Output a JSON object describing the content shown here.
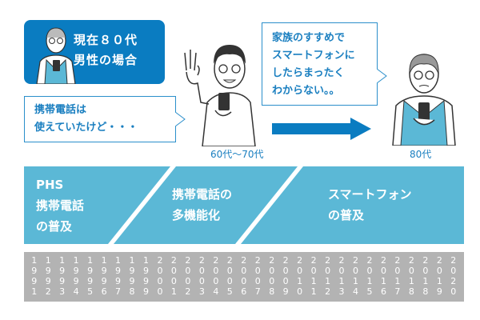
{
  "header": {
    "title_line1": "現在８０代",
    "title_line2": "男性の場合"
  },
  "bubble_left": {
    "line1": "携帯電話は",
    "line2": "使えていたけど・・・"
  },
  "bubble_right": {
    "line1": "家族のすすめで",
    "line2": "スマートフォンに",
    "line3": "したらまったく",
    "line4": "わからない。。"
  },
  "ages": {
    "before": "60代～70代",
    "after": "80代"
  },
  "eras": [
    {
      "line1": "PHS",
      "line2": "携帯電話",
      "line3": "の普及"
    },
    {
      "line1": "携帯電話の",
      "line2": "多機能化"
    },
    {
      "line1": "スマートフォン",
      "line2": "の普及"
    }
  ],
  "years": [
    "1991",
    "1992",
    "1993",
    "1994",
    "1995",
    "1996",
    "1997",
    "1998",
    "1999",
    "2000",
    "2001",
    "2002",
    "2003",
    "2004",
    "2005",
    "2006",
    "2007",
    "2008",
    "2009",
    "2010",
    "2011",
    "2012",
    "2013",
    "2014",
    "2015",
    "2016",
    "2017",
    "2018",
    "2018",
    "2019",
    "2020"
  ],
  "colors": {
    "accent": "#0a7cc1",
    "band": "#5bb8d6",
    "timeline": "#b3b3b3"
  }
}
